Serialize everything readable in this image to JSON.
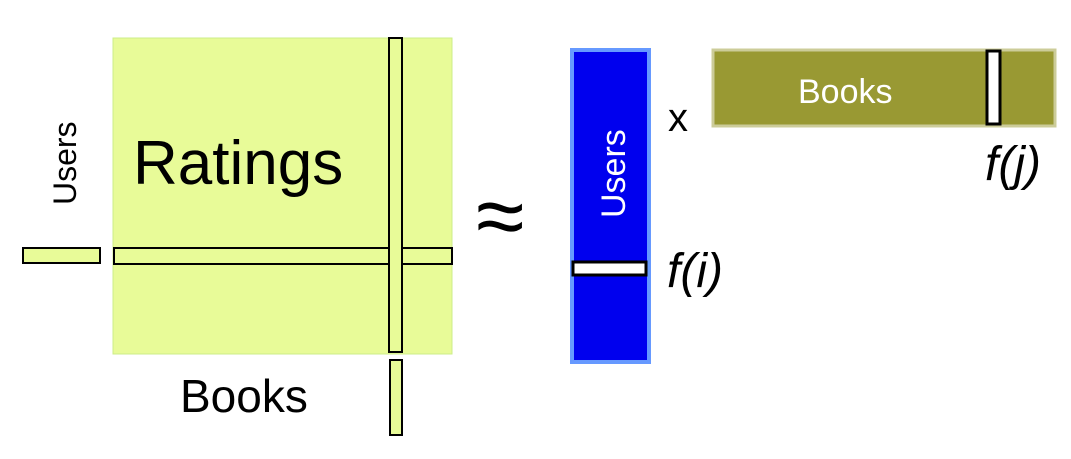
{
  "ratings_matrix": {
    "title": "Ratings",
    "row_axis_label": "Users",
    "col_axis_label": "Books",
    "fill_color": "#e8fb98",
    "stroke_color": "#ccee88",
    "slice_fill_color": "#e8fb98"
  },
  "approx_symbol": "≈",
  "multiply_symbol": "x",
  "users_factor": {
    "label": "Users",
    "fill_color": "#0000ee",
    "border_color": "#6699ff",
    "row_label": "f(i)"
  },
  "books_factor": {
    "label": "Books",
    "fill_color": "#999933",
    "border_color": "#cccc99",
    "col_label": "f(j)"
  },
  "slice_color": "#ffffff",
  "text_color": "#000000"
}
